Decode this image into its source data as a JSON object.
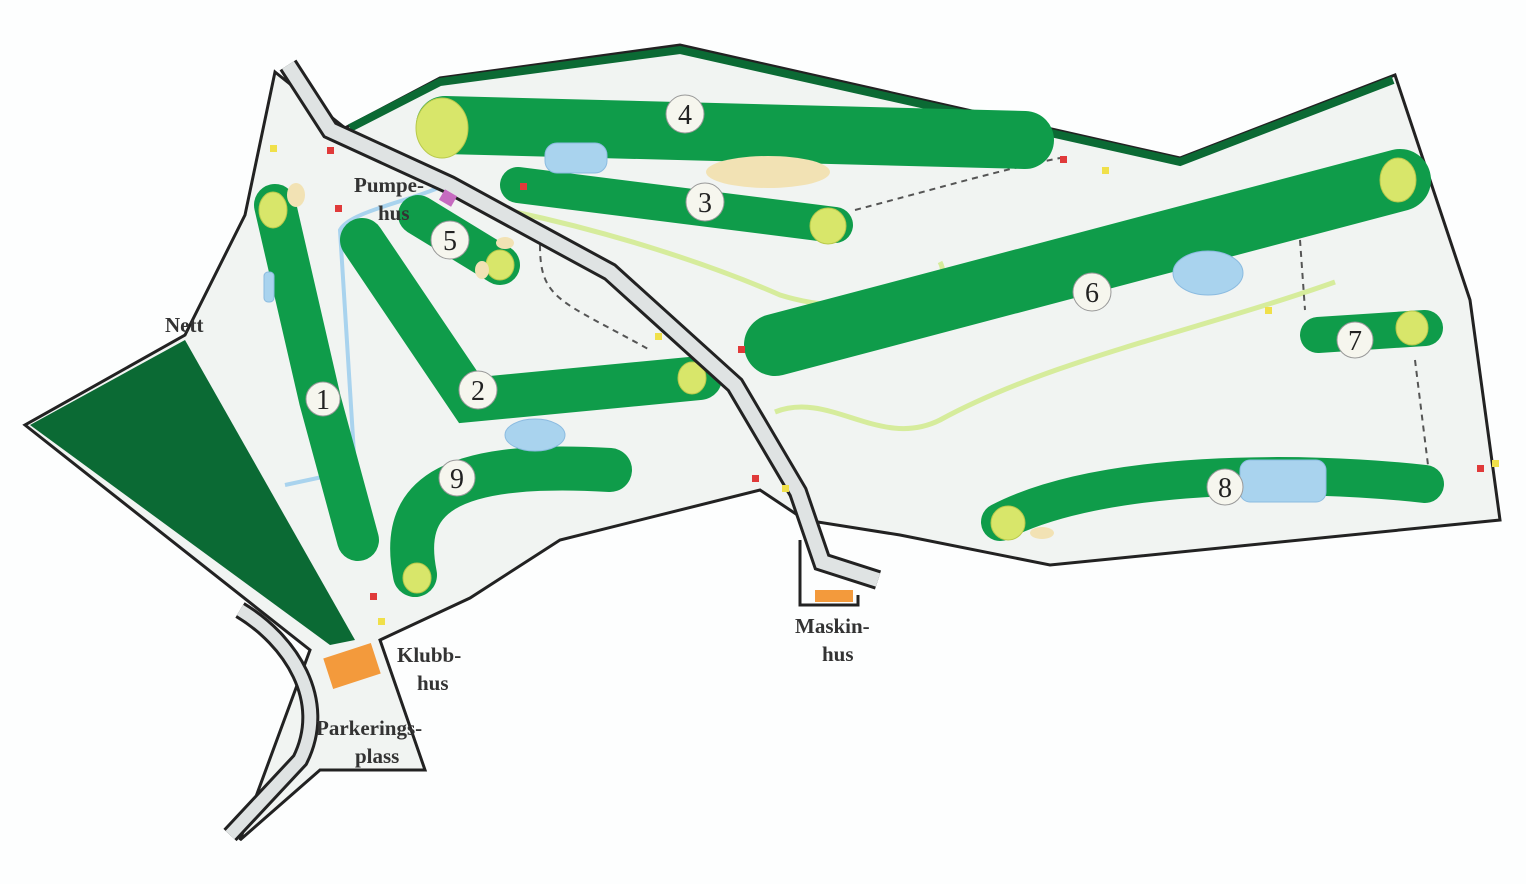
{
  "map": {
    "holes": [
      "1",
      "2",
      "3",
      "4",
      "5",
      "6",
      "7",
      "8",
      "9"
    ],
    "labels": {
      "nett": "Nett",
      "pumpehus_1": "Pumpe-",
      "pumpehus_2": "hus",
      "klubbhus_1": "Klubb-",
      "klubbhus_2": "hus",
      "parkering_1": "Parkerings-",
      "parkering_2": "plass",
      "maskinhus_1": "Maskin-",
      "maskinhus_2": "hus"
    },
    "colors": {
      "fairway": "#0f9c4a",
      "nett": "#0b6a34",
      "green": "#d8e66a",
      "water": "#a9d3ee",
      "bunker": "#f2e2b4",
      "building": "#f39a3c",
      "path": "#d6ec9c"
    }
  }
}
